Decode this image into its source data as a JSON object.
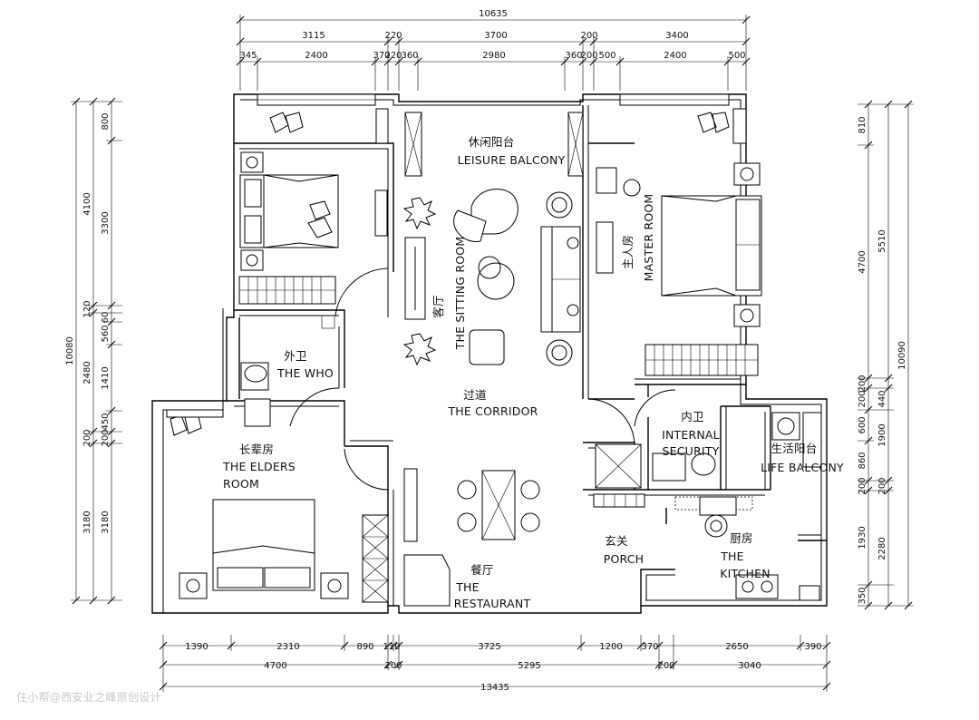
{
  "rooms": {
    "leisure_balcony_cn": "休闲阳台",
    "leisure_balcony_en": "LEISURE BALCONY",
    "sitting_room_cn": "客厅",
    "sitting_room_en": "THE SITTING ROOM",
    "master_room_cn": "主人房",
    "master_room_en": "MASTER ROOM",
    "who_cn": "外卫",
    "who_en": "THE WHO",
    "corridor_cn": "过道",
    "corridor_en": "THE CORRIDOR",
    "internal_cn": "内卫",
    "internal_en_1": "INTERNAL",
    "internal_en_2": "SECURITY",
    "life_balcony_cn": "生活阳台",
    "life_balcony_en": "LIFE BALCONY",
    "elders_cn": "长辈房",
    "elders_en_1": "THE ELDERS",
    "elders_en_2": "ROOM",
    "porch_cn": "玄关",
    "porch_en": "PORCH",
    "kitchen_cn": "厨房",
    "kitchen_en_1": "THE",
    "kitchen_en_2": "KITCHEN",
    "restaurant_cn": "餐厅",
    "restaurant_en_1": "THE",
    "restaurant_en_2": "RESTAURANT"
  },
  "dims": {
    "top_total": "10635",
    "top_mid": [
      "3115",
      "220",
      "3700",
      "200",
      "3400"
    ],
    "top_fine": [
      "345",
      "2400",
      "370",
      "220",
      "360",
      "2980",
      "360",
      "200",
      "500",
      "2400",
      "500"
    ],
    "left_total": "10080",
    "left_mid": [
      "4100",
      "120",
      "2480",
      "200",
      "3180"
    ],
    "left_fine": [
      "800",
      "3300",
      "60",
      "560",
      "1410",
      "450",
      "200",
      "3180"
    ],
    "right_total": "10090",
    "right_mid": [
      "5510",
      "440",
      "1900",
      "200",
      "2280"
    ],
    "right_fine": [
      "810",
      "4700",
      "200",
      "200",
      "600",
      "860",
      "200",
      "1930",
      "350"
    ],
    "bottom_fine": [
      "1390",
      "2310",
      "890",
      "110",
      "3725",
      "1200",
      "370",
      "2650",
      "390"
    ],
    "bottom_mid": [
      "4700",
      "200",
      "5295",
      "200",
      "3040"
    ],
    "bottom_total": "13435"
  },
  "watermark": "住小帮@西安业之峰原创设计"
}
